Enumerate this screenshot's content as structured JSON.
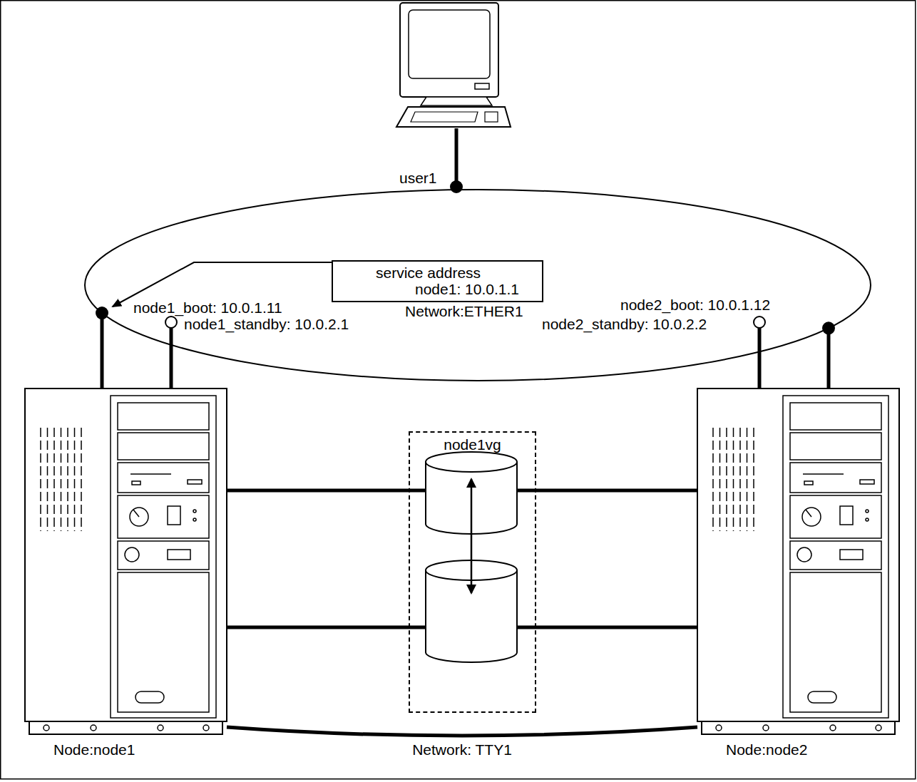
{
  "diagram": {
    "nodes": [
      {
        "text": [
          "user1"
        ]
      },
      {
        "text": [
          "Network:ETHER1"
        ]
      },
      {
        "text": [
          "service address",
          "node1: 10.0.1.1"
        ],
        "in": 1
      },
      {
        "text": [
          "Node:node1"
        ]
      },
      {
        "text": [
          "node1vg"
        ]
      },
      {
        "text": [
          "Node:node2"
        ]
      }
    ],
    "edges": [
      {
        "from": 0,
        "to": 1,
        "arrow": "none"
      },
      {
        "from": 3,
        "to": 1,
        "arrow": "none"
      },
      {
        "from": 3,
        "to": 1,
        "arrow": "none"
      },
      {
        "from": 5,
        "to": 1,
        "arrow": "none"
      },
      {
        "from": 5,
        "to": 1,
        "arrow": "none"
      },
      {
        "from": 3,
        "to": 4,
        "arrow": "none"
      },
      {
        "from": 3,
        "to": 4,
        "arrow": "none"
      },
      {
        "from": 5,
        "to": 4,
        "arrow": "none"
      },
      {
        "from": 5,
        "to": 4,
        "arrow": "none"
      },
      {
        "from": 3,
        "to": 5,
        "label": "Network: TTY1",
        "arrow": "none"
      }
    ],
    "labels": [
      "node1_boot: 10.0.1.11",
      "node1_standby: 10.0.2.1",
      "node2_boot: 10.0.1.12",
      "node2_standby: 10.0.2.2"
    ]
  }
}
